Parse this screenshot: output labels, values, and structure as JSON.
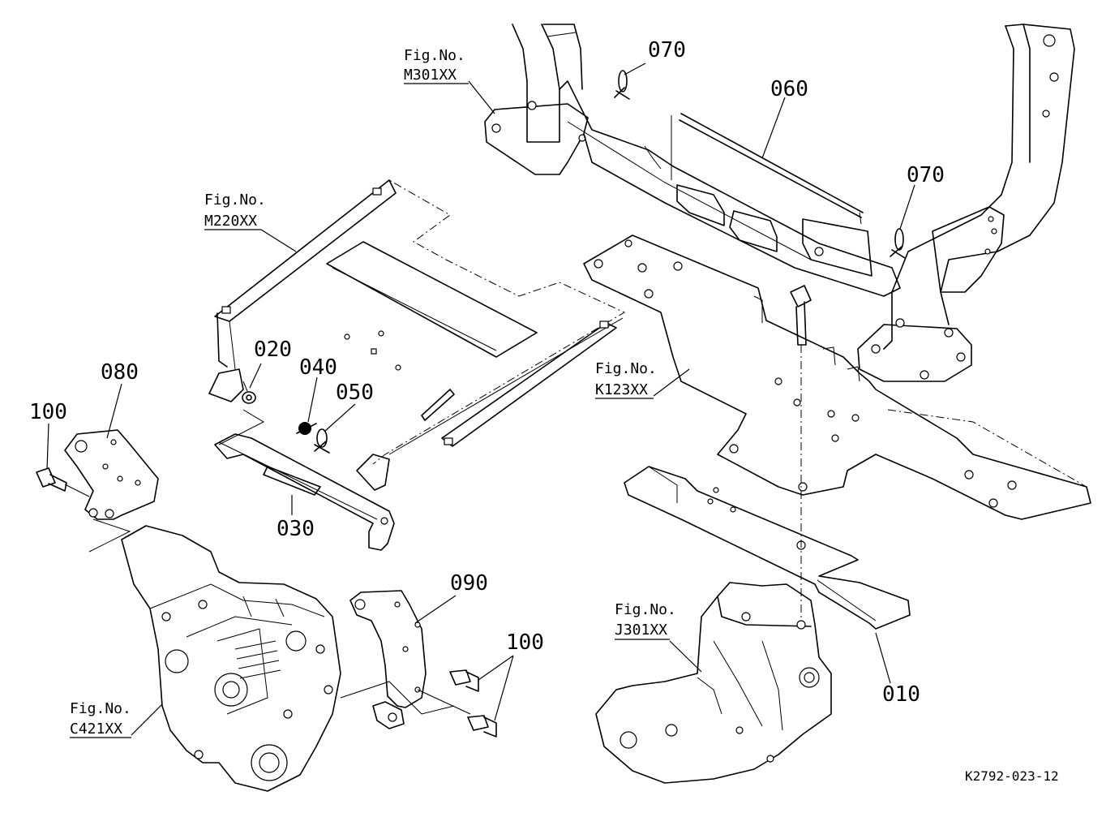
{
  "part_numbers": {
    "p010": "010",
    "p020": "020",
    "p030": "030",
    "p040": "040",
    "p050": "050",
    "p060": "060",
    "p070a": "070",
    "p070b": "070",
    "p080": "080",
    "p090": "090",
    "p100a": "100",
    "p100b": "100"
  },
  "figure_refs": {
    "m301": {
      "label": "Fig.No.",
      "code": "M301XX"
    },
    "m220": {
      "label": "Fig.No.",
      "code": "M220XX"
    },
    "k123": {
      "label": "Fig.No.",
      "code": "K123XX"
    },
    "j301": {
      "label": "Fig.No.",
      "code": "J301XX"
    },
    "c421": {
      "label": "Fig.No.",
      "code": "C421XX"
    }
  },
  "drawing_code": "K2792-023-12"
}
